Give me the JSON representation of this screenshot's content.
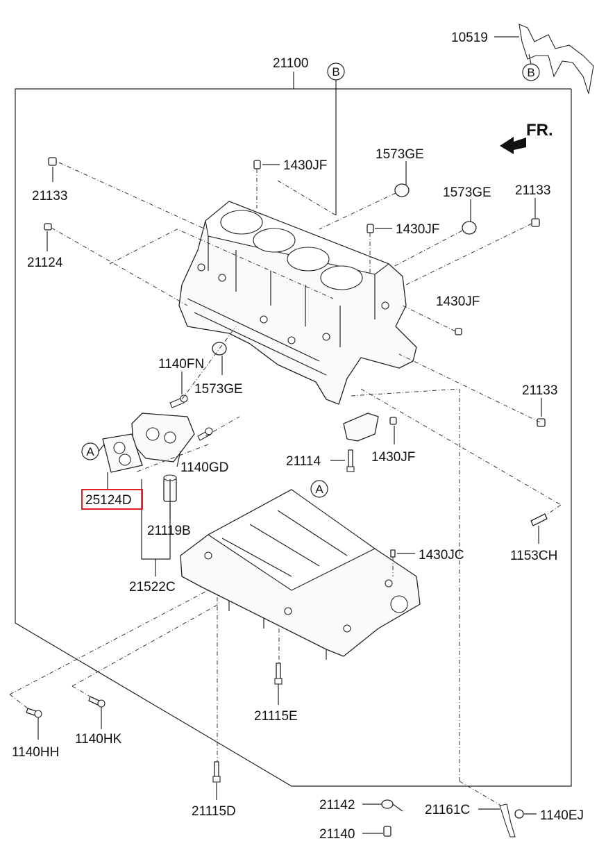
{
  "labels": {
    "p10519": "10519",
    "p21100": "21100",
    "fr": "FR.",
    "p21133_a": "21133",
    "p1430jf_a": "1430JF",
    "p1573ge_a": "1573GE",
    "p1573ge_b": "1573GE",
    "p21133_b": "21133",
    "p21124": "21124",
    "p1430jf_b": "1430JF",
    "p1430jf_c": "1430JF",
    "p1140fn": "1140FN",
    "p1573ge_c": "1573GE",
    "p21133_c": "21133",
    "p1140gd": "1140GD",
    "p21114": "21114",
    "p1430jf_d": "1430JF",
    "p25124d": "25124D",
    "p21119b": "21119B",
    "p1430jc": "1430JC",
    "p1153ch": "1153CH",
    "p21522c": "21522C",
    "p1140hh": "1140HH",
    "p1140hk": "1140HK",
    "p21115e": "21115E",
    "p21115d": "21115D",
    "p21142": "21142",
    "p21161c": "21161C",
    "p1140ej": "1140EJ",
    "p21140": "21140"
  },
  "refs": {
    "b_top": "B",
    "b_right": "B",
    "a_left": "A",
    "a_ladder": "A"
  },
  "highlight_color": "#e02020"
}
